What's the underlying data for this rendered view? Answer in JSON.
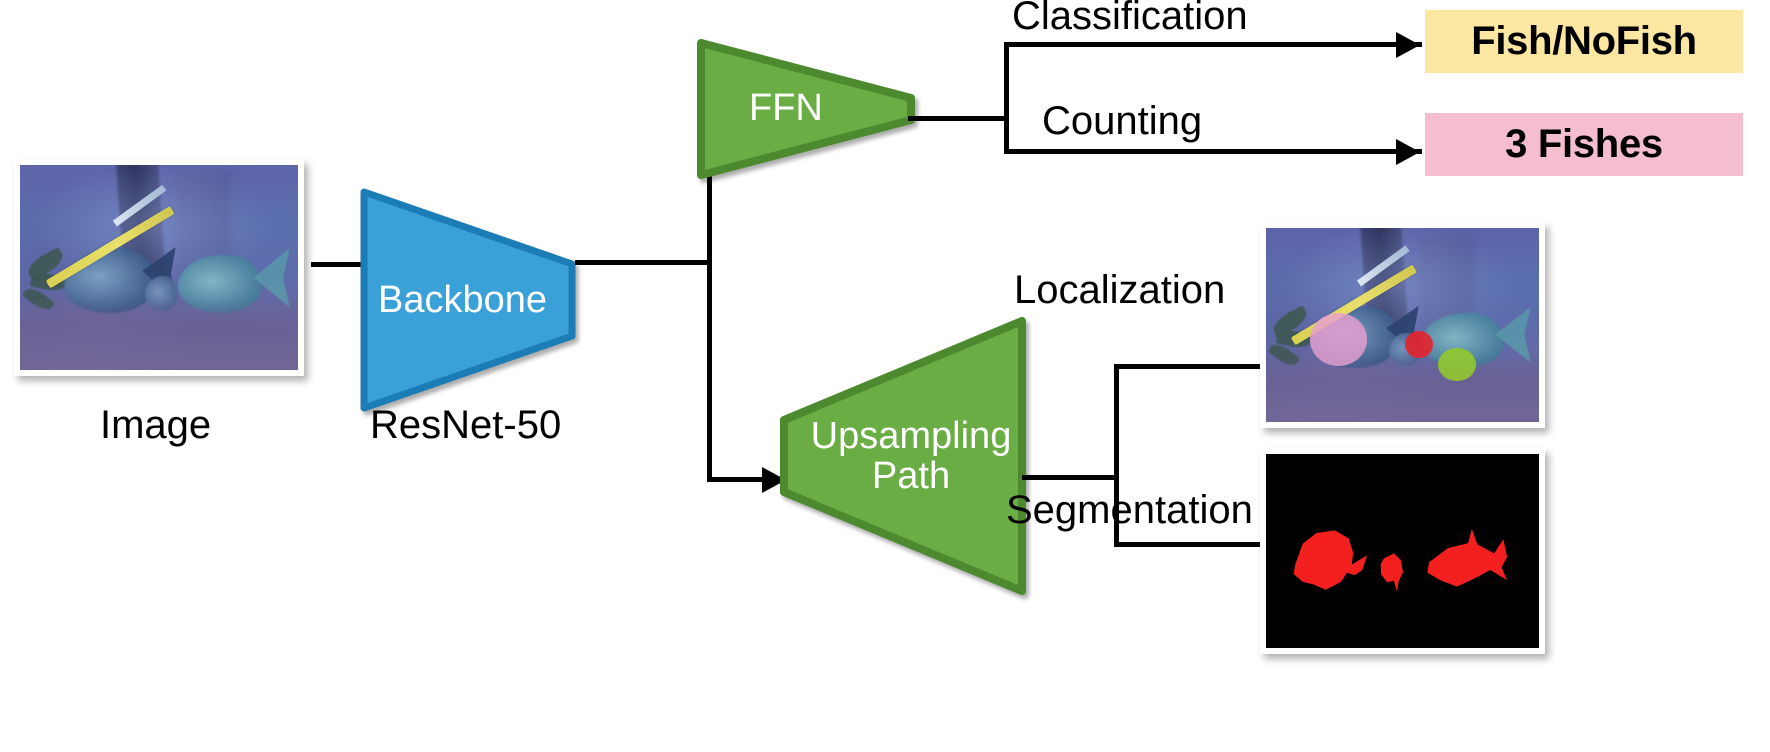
{
  "diagram": {
    "title": "Multi-task fish analysis network architecture",
    "nodes": {
      "image": {
        "caption": "Image",
        "name": "input-image"
      },
      "backbone": {
        "label": "Backbone",
        "caption": "ResNet-50",
        "color": "#3aa0d8",
        "border": "#1c7cb5"
      },
      "ffn": {
        "label": "FFN",
        "color": "#6aad45",
        "border": "#4d8a2f"
      },
      "upsampling": {
        "label": "Upsampling\nPath",
        "color": "#6aad45",
        "border": "#4d8a2f"
      }
    },
    "edges": [
      {
        "label": "Classification",
        "from": "ffn",
        "to": "classification-result"
      },
      {
        "label": "Counting",
        "from": "ffn",
        "to": "counting-result"
      },
      {
        "label": "Localization",
        "from": "upsampling",
        "to": "localization-image"
      },
      {
        "label": "Segmentation",
        "from": "upsampling",
        "to": "segmentation-image"
      }
    ],
    "outputs": {
      "classification": {
        "text": "Fish/NoFish",
        "background": "#fbe6a2"
      },
      "counting": {
        "text": "3 Fishes",
        "background": "#f4bdd0"
      },
      "localization": {
        "name": "localization-image",
        "blobs": [
          {
            "color": "#e79fd0",
            "name": "blob-pink"
          },
          {
            "color": "#e8202a",
            "name": "blob-red"
          },
          {
            "color": "#93cb2a",
            "name": "blob-green"
          }
        ]
      },
      "segmentation": {
        "name": "segmentation-image",
        "background": "#000000",
        "mask_color": "#f42020"
      }
    },
    "arrow_color": "#000000"
  }
}
